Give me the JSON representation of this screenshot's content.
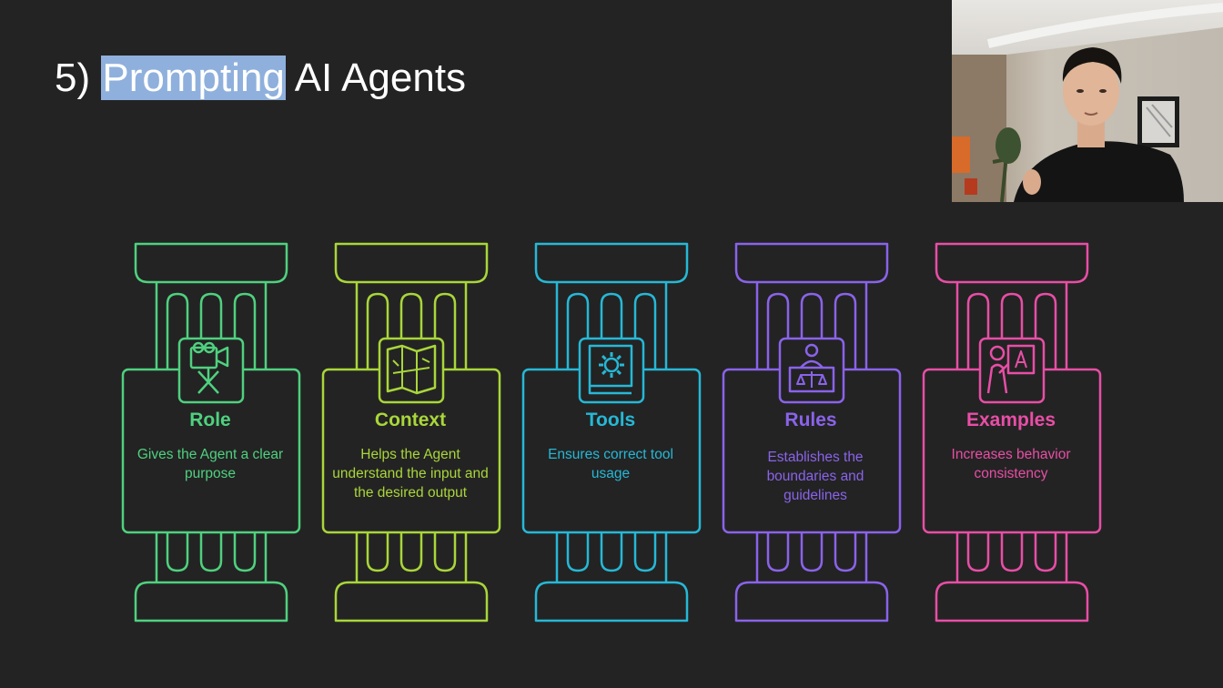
{
  "slide": {
    "title_prefix": "5) ",
    "title_highlight": "Prompting",
    "title_suffix": " AI Agents"
  },
  "pillars": [
    {
      "name": "Role",
      "description": "Gives the Agent a clear purpose",
      "color": "#4fd17f",
      "icon": "director-camera-icon"
    },
    {
      "name": "Context",
      "description": "Helps the Agent understand the input and the desired output",
      "color": "#a9d63a",
      "icon": "map-icon"
    },
    {
      "name": "Tools",
      "description": "Ensures correct tool usage",
      "color": "#26b8d6",
      "icon": "gear-book-icon"
    },
    {
      "name": "Rules",
      "description": "Establishes the boundaries and guidelines",
      "color": "#8a63ea",
      "icon": "judge-scales-icon"
    },
    {
      "name": "Examples",
      "description": "Increases behavior consistency",
      "color": "#e84ea6",
      "icon": "teacher-board-icon"
    }
  ]
}
